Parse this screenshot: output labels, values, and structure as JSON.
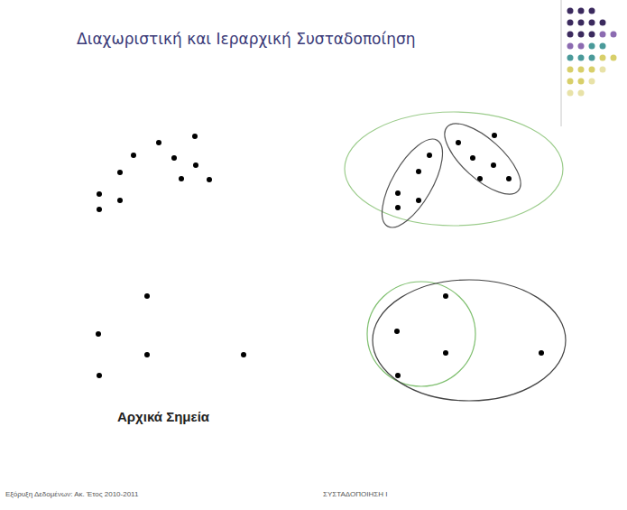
{
  "diagram": {
    "title": "Διαχωριστική και Ιεραρχική Συσταδοποίηση",
    "labels": [
      "Αρχικά Σημεία",
      "Εξόρυξη Δεδομένων: Ακ. Έτος 2010-2011",
      "ΣΥΣΤΑΔΟΠΟΙΗΣΗ I"
    ]
  }
}
